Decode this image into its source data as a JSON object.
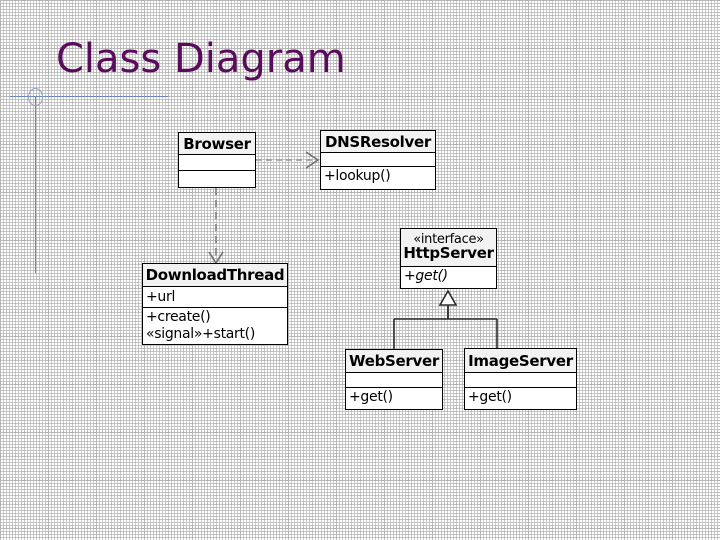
{
  "slide": {
    "title": "Class Diagram",
    "title_color": "#5b0b5b",
    "background": "#ffffff",
    "accent_line_color": "#6e87b8"
  },
  "diagram": {
    "type": "uml-class-diagram",
    "classes": [
      {
        "id": "browser",
        "name": "Browser",
        "stereotype": "",
        "attributes": [],
        "operations": []
      },
      {
        "id": "dnsresolver",
        "name": "DNSResolver",
        "stereotype": "",
        "attributes": [],
        "operations": [
          "+lookup()"
        ]
      },
      {
        "id": "downloadthread",
        "name": "DownloadThread",
        "stereotype": "",
        "attributes": [
          "+url"
        ],
        "operations": [
          "+create()",
          "«signal»+start()"
        ]
      },
      {
        "id": "httpserver",
        "name": "HttpServer",
        "stereotype": "«interface»",
        "attributes": [],
        "operations": [
          "+get()"
        ]
      },
      {
        "id": "webserver",
        "name": "WebServer",
        "stereotype": "",
        "attributes": [],
        "operations": [
          "+get()"
        ]
      },
      {
        "id": "imageserver",
        "name": "ImageServer",
        "stereotype": "",
        "attributes": [],
        "operations": [
          "+get()"
        ]
      }
    ],
    "relationships": [
      {
        "id": "rel-browser-dns",
        "kind": "dependency",
        "style": "dashed-open-arrow",
        "from": "browser",
        "to": "dnsresolver"
      },
      {
        "id": "rel-browser-download",
        "kind": "dependency",
        "style": "dashed-open-arrow",
        "from": "browser",
        "to": "downloadthread"
      },
      {
        "id": "rel-web-http",
        "kind": "generalization",
        "style": "solid-hollow-triangle",
        "from": "webserver",
        "to": "httpserver"
      },
      {
        "id": "rel-image-http",
        "kind": "generalization",
        "style": "solid-hollow-triangle",
        "from": "imageserver",
        "to": "httpserver"
      }
    ],
    "labels": {
      "browser_name": "Browser",
      "dns_name": "DNSResolver",
      "dns_op1": "+lookup()",
      "download_name": "DownloadThread",
      "download_attr1": "+url",
      "download_op1": "+create()",
      "download_op2": "«signal»+start()",
      "http_stereotype": "«interface»",
      "http_name": "HttpServer",
      "http_op1": "+get()",
      "web_name": "WebServer",
      "web_op1": "+get()",
      "image_name": "ImageServer",
      "image_op1": "+get()"
    }
  }
}
